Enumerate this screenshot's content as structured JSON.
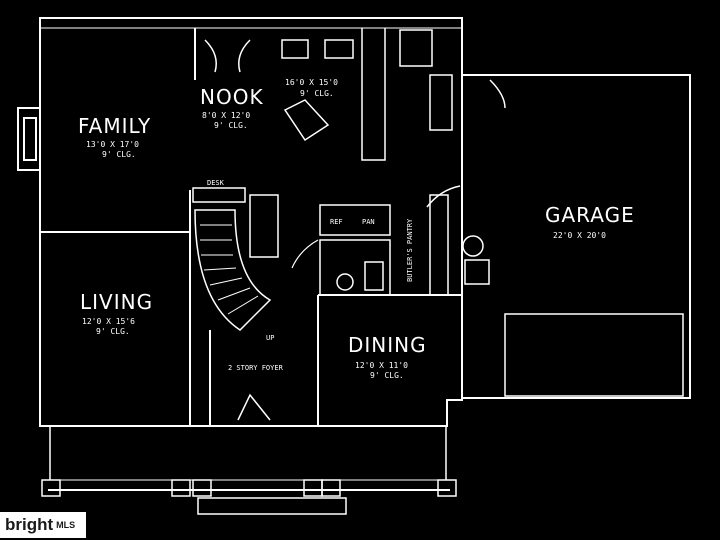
{
  "rooms": {
    "family": {
      "name": "FAMILY",
      "dims": "13'0 X 17'0",
      "ceiling": "9' CLG."
    },
    "nook": {
      "name": "NOOK",
      "dims": "8'0 X 12'0",
      "ceiling": "9' CLG."
    },
    "kitchen": {
      "dims": "16'0 X 15'0",
      "ceiling": "9' CLG."
    },
    "living": {
      "name": "LIVING",
      "dims": "12'0 X 15'6",
      "ceiling": "9' CLG."
    },
    "dining": {
      "name": "DINING",
      "dims": "12'0 X 11'0",
      "ceiling": "9' CLG."
    },
    "garage": {
      "name": "GARAGE",
      "dims": "22'0 X 20'0"
    },
    "foyer": {
      "name": "2 STORY FOYER"
    },
    "butlers": {
      "name": "BUTLER'S PANTRY"
    }
  },
  "labels": {
    "desk": "DESK",
    "ref": "REF",
    "pan": "PAN",
    "up": "UP"
  },
  "watermark": {
    "brand": "bright",
    "suffix": "MLS"
  },
  "colors": {
    "background": "#000000",
    "lines": "#ffffff"
  }
}
